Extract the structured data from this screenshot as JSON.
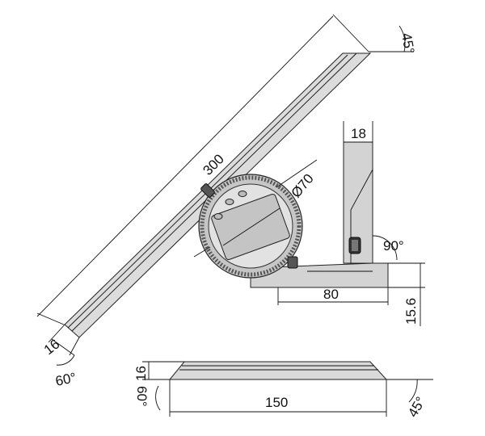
{
  "drawing": {
    "colors": {
      "ink": "#111111",
      "blade": "#d6d6d6",
      "blade_light": "#ececec",
      "body": "#cfcfcf",
      "screen": "#bdbdbd",
      "dial_ring": "#9a9a9a",
      "background": "#ffffff"
    },
    "dimensions": {
      "blade_length": "300",
      "blade_angle": "45°",
      "blade_width": "16",
      "blade_tip_angle": "60°",
      "dial_diameter": "Ø70",
      "stock_width": "18",
      "stock_angle": "90°",
      "base_length": "80",
      "base_height": "15.6",
      "section_length": "150",
      "section_thickness": "16",
      "section_left_angle": "60°",
      "section_right_angle": "45°"
    }
  }
}
